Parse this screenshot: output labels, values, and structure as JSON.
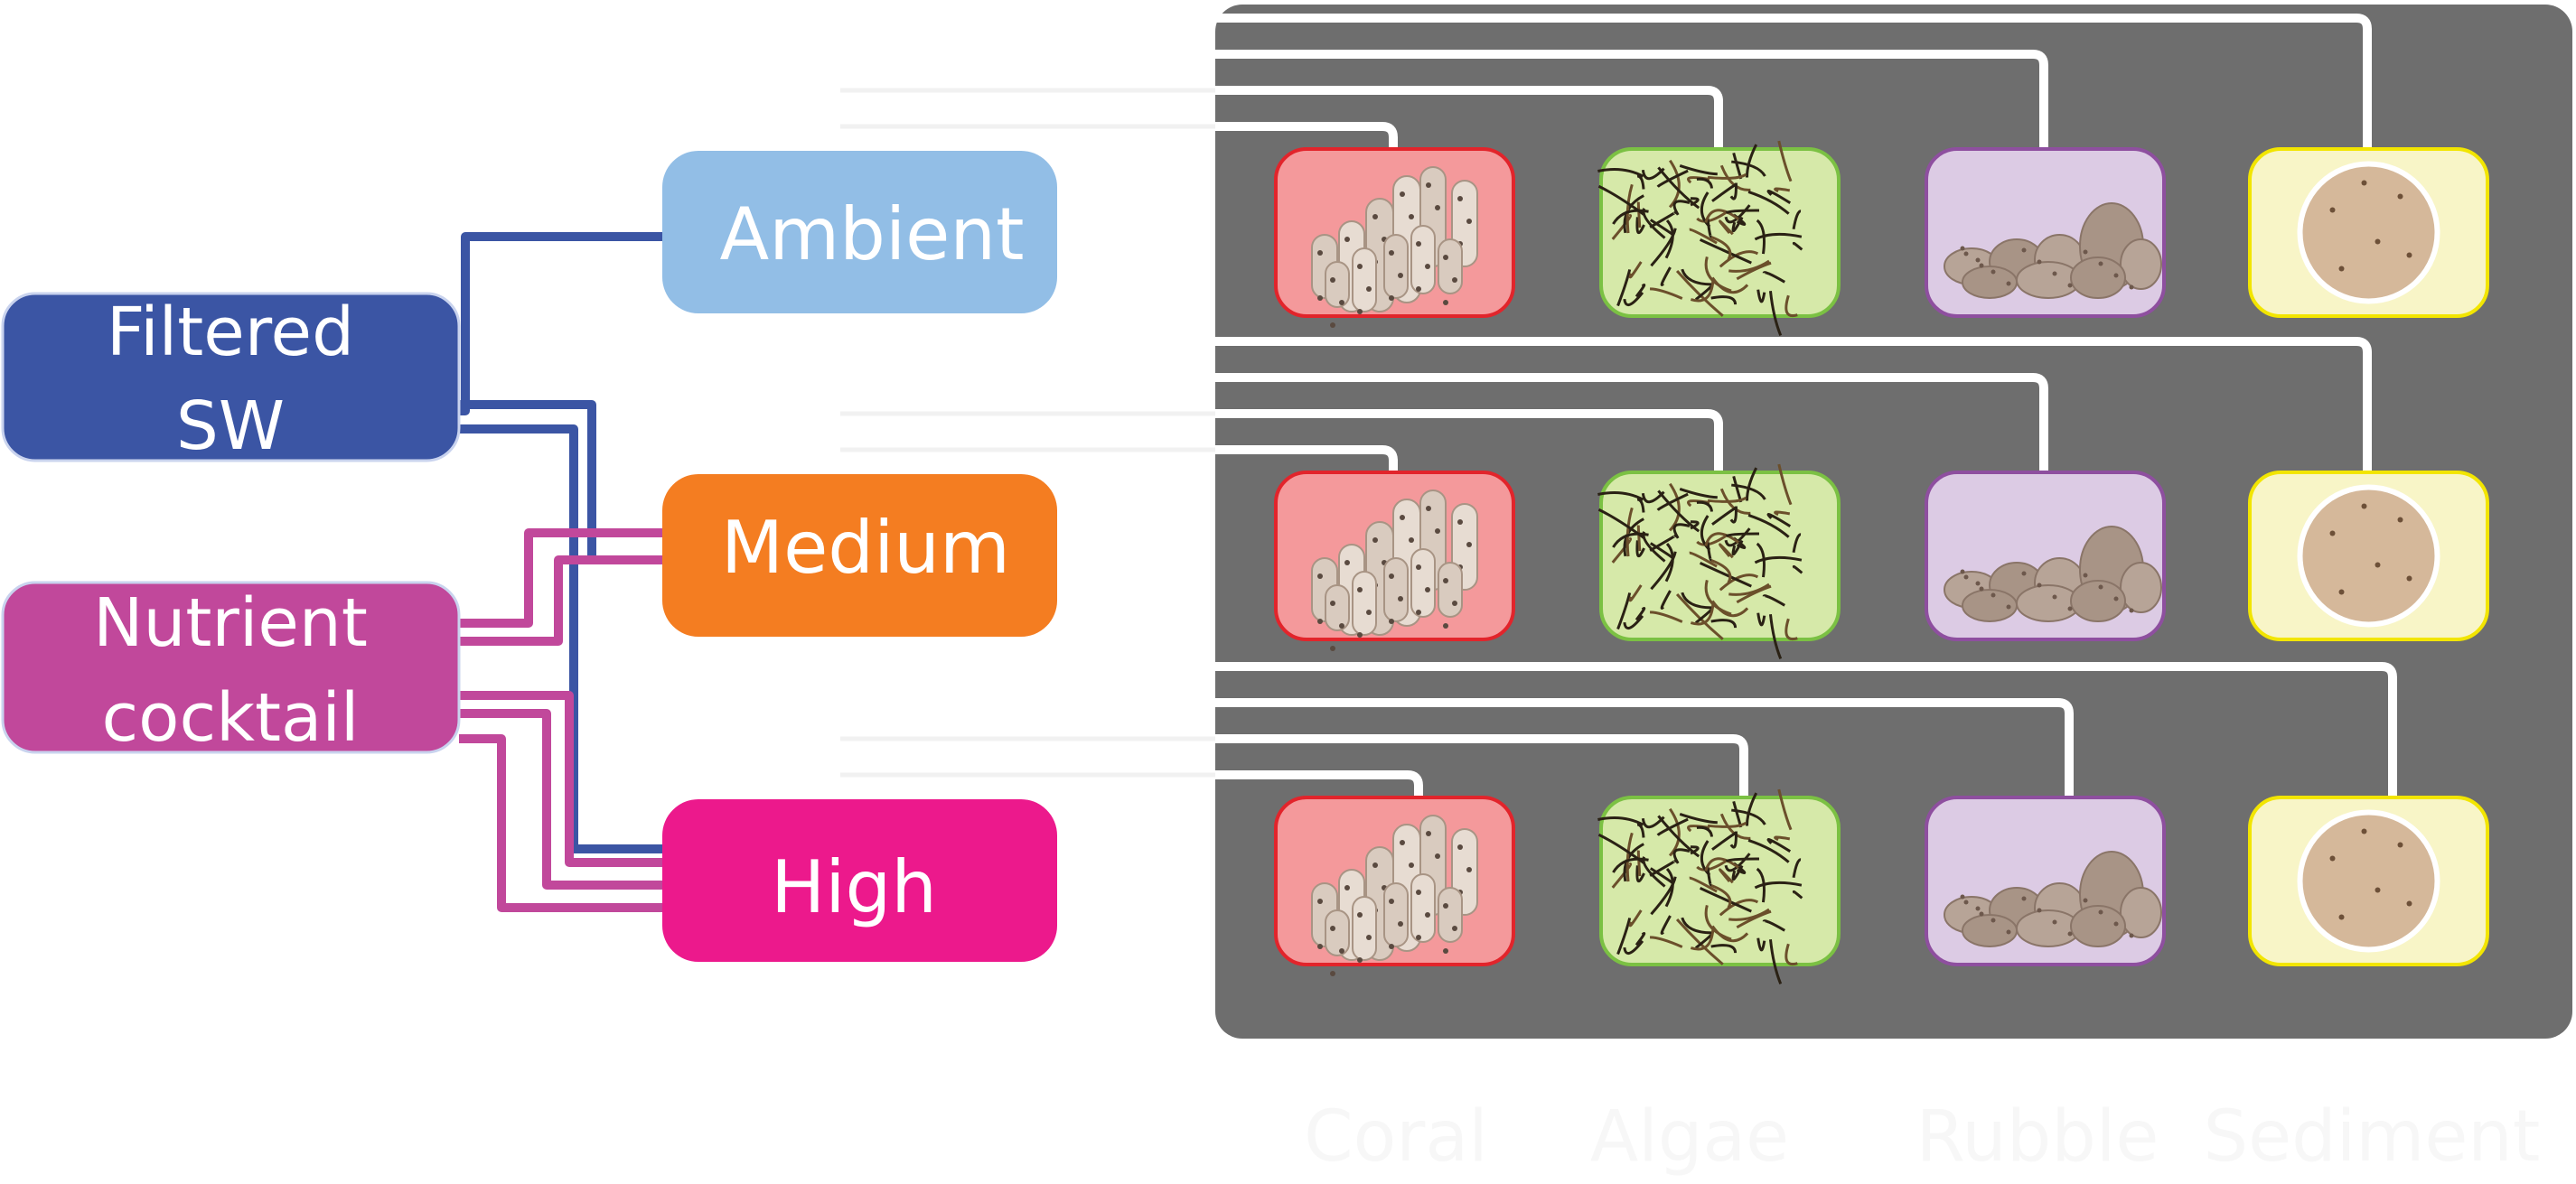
{
  "sources": [
    {
      "label_lines": [
        "Filtered",
        "SW"
      ],
      "color": "#3b55a4"
    },
    {
      "label_lines": [
        "Nutrient",
        "cocktail"
      ],
      "color": "#c1489b"
    }
  ],
  "treatments": [
    {
      "label": "Ambient",
      "color": "#92bee6"
    },
    {
      "label": "Medium",
      "color": "#f47d21"
    },
    {
      "label": "High",
      "color": "#ec198c"
    }
  ],
  "substrates": [
    {
      "label": "Coral",
      "fill": "#f4999b",
      "border": "#e2242b",
      "icon": "coral-icon"
    },
    {
      "label": "Algae",
      "fill": "#d6e9a9",
      "border": "#7bc143",
      "icon": "algae-icon"
    },
    {
      "label": "Rubble",
      "fill": "#dccbe4",
      "border": "#8e4f9f",
      "icon": "rubble-icon"
    },
    {
      "label": "Sediment",
      "fill": "#f8f5c7",
      "border": "#f2e500",
      "icon": "sediment-icon"
    }
  ],
  "colors": {
    "panel": "#6e6e6e",
    "pipe": "#ffffff",
    "filtered_pipe": "#3b55a4",
    "nutrient_pipe": "#c1489b",
    "substrate_label": "#f7f7f7"
  }
}
